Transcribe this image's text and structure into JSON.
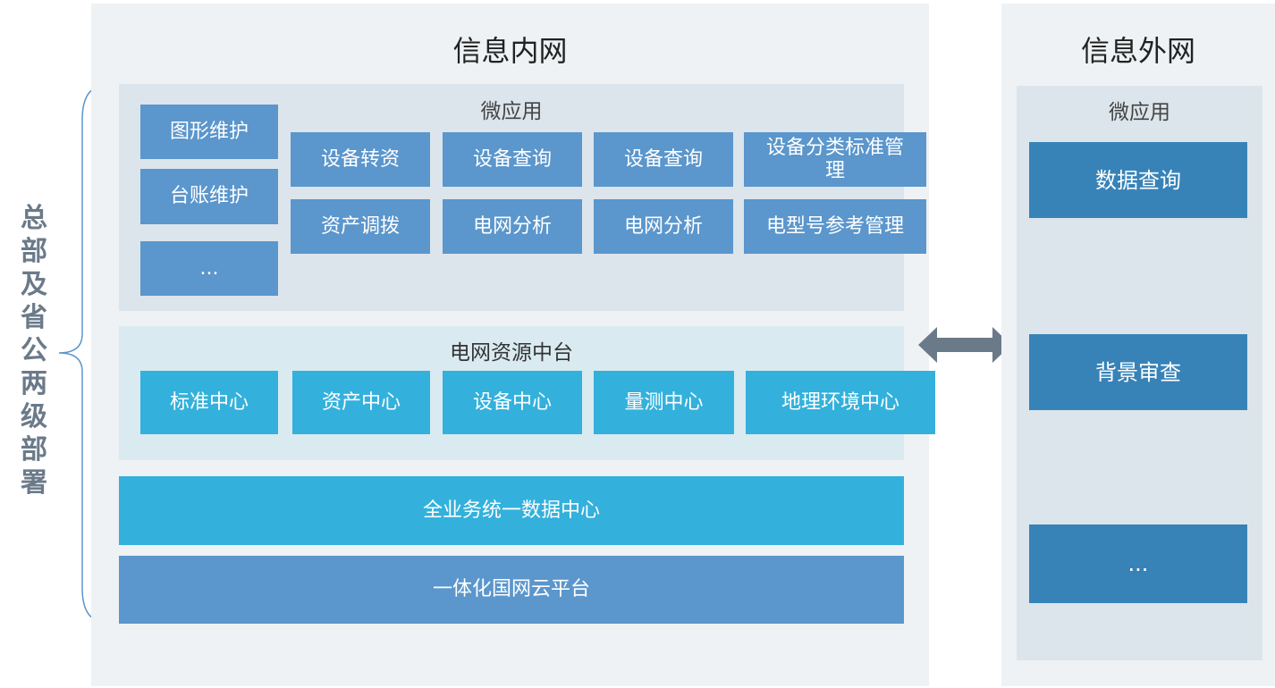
{
  "side_label": "总部及省公两级部署",
  "intranet": {
    "title": "信息内网",
    "micro_apps": {
      "title": "微应用",
      "left_items": [
        "图形维护",
        "台账维护",
        "..."
      ],
      "grid_items": [
        "设备转资",
        "设备查询",
        "设备查询",
        "设备分类标准管理",
        "资产调拨",
        "电网分析",
        "电网分析",
        "电型号参考管理"
      ]
    },
    "resource_center": {
      "title": "电网资源中台",
      "items": [
        "标准中心",
        "资产中心",
        "设备中心",
        "量测中心",
        "地理环境中心"
      ]
    },
    "data_center": "全业务统一数据中心",
    "cloud_platform": "一体化国网云平台"
  },
  "extranet": {
    "title": "信息外网",
    "micro_apps": {
      "title": "微应用",
      "items": [
        "数据查询",
        "背景审查",
        "..."
      ]
    }
  },
  "colors": {
    "app_blue": "#5b96cc",
    "center_cyan": "#33b1dc",
    "extranet_blue": "#3783b8",
    "arrow": "#6b7a89"
  }
}
